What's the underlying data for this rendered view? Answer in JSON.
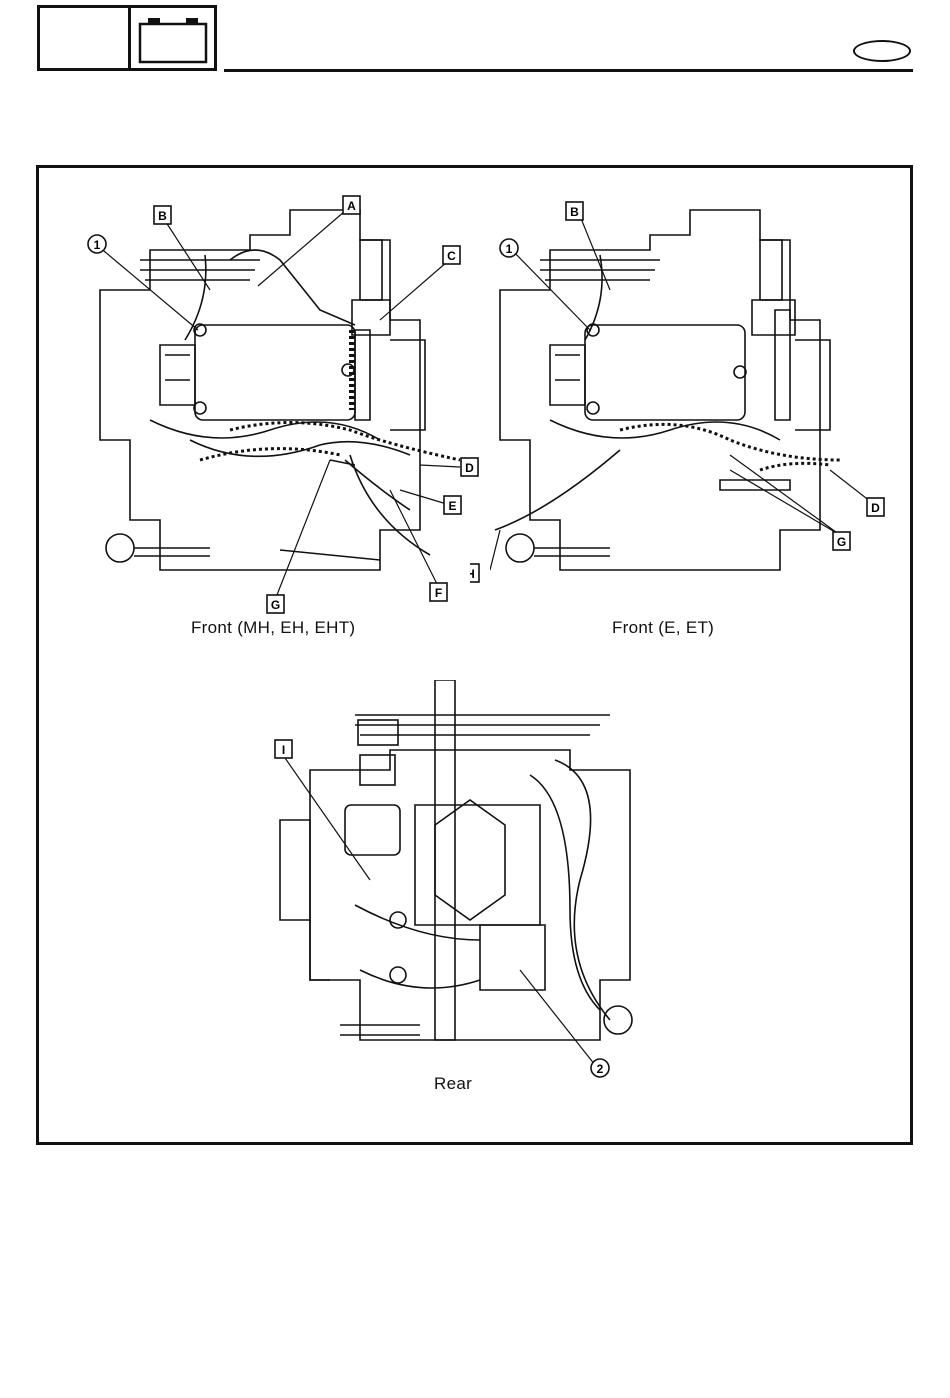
{
  "header": {
    "battery_icon": "battery-icon",
    "language_badge": ""
  },
  "figures": {
    "front_left": {
      "caption": "Front (MH, EH, EHT)",
      "callouts": [
        "A",
        "B",
        "C",
        "D",
        "E",
        "F",
        "G"
      ],
      "parts": [
        "1"
      ]
    },
    "front_right": {
      "caption": "Front (E, ET)",
      "callouts": [
        "B",
        "D",
        "G",
        "H"
      ],
      "parts": [
        "1"
      ]
    },
    "rear": {
      "caption": "Rear",
      "callouts": [
        "I"
      ],
      "parts": [
        "2"
      ]
    }
  }
}
